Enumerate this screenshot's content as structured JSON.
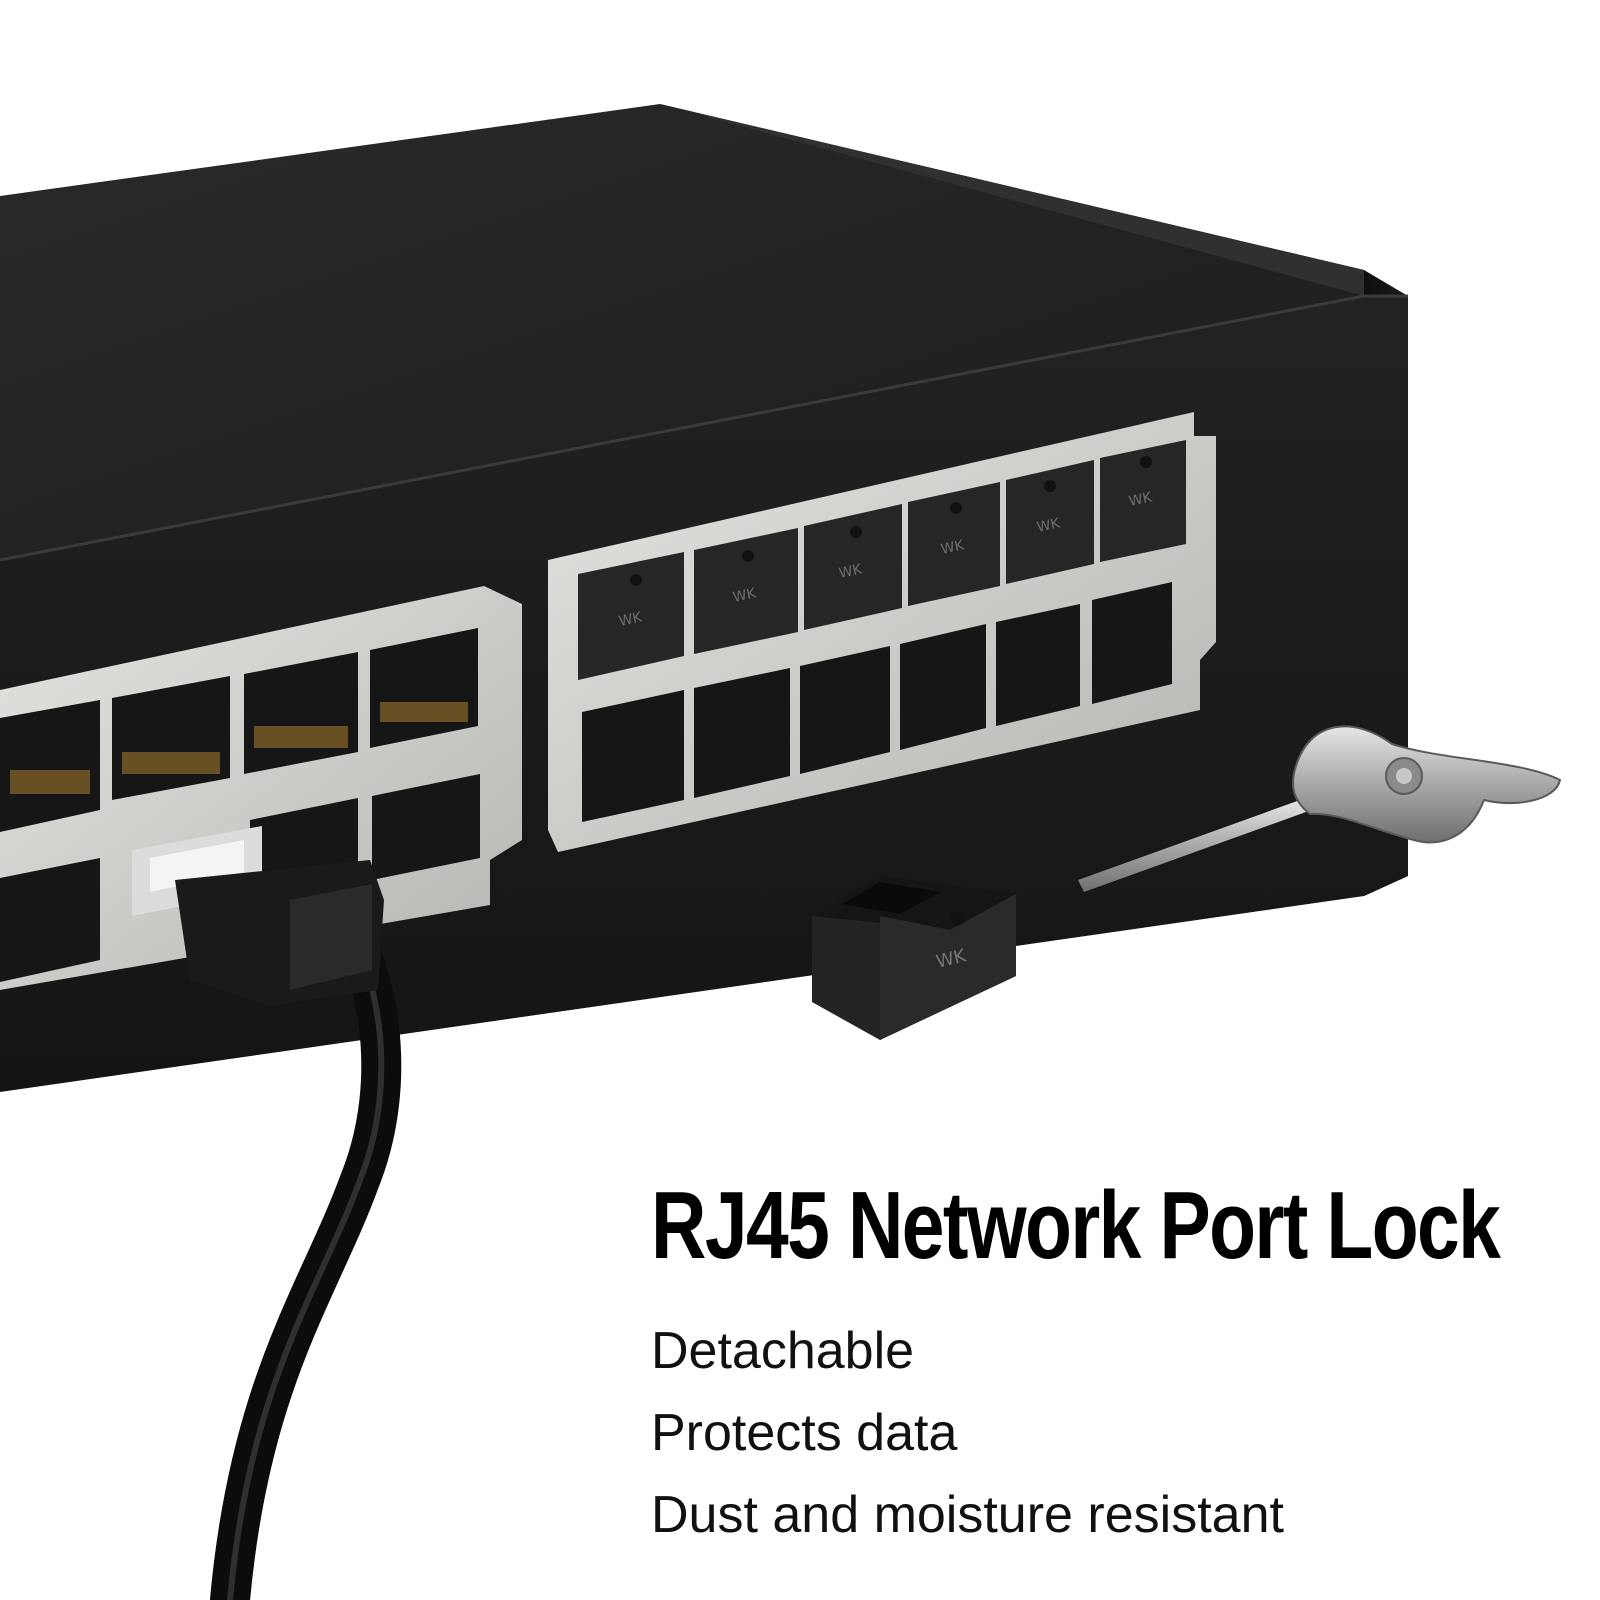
{
  "product": {
    "title": "RJ45 Network Port Lock",
    "features": [
      "Detachable",
      "Protects data",
      "Dust and moisture resistant"
    ],
    "lock_marking": "WK"
  },
  "colors": {
    "background": "#ffffff",
    "switch_body": "#1d1d1d",
    "port_frame": "#c9c9c6",
    "lock_plug": "#262626",
    "key_metal": "#a8a8a8",
    "text": "#000000"
  }
}
